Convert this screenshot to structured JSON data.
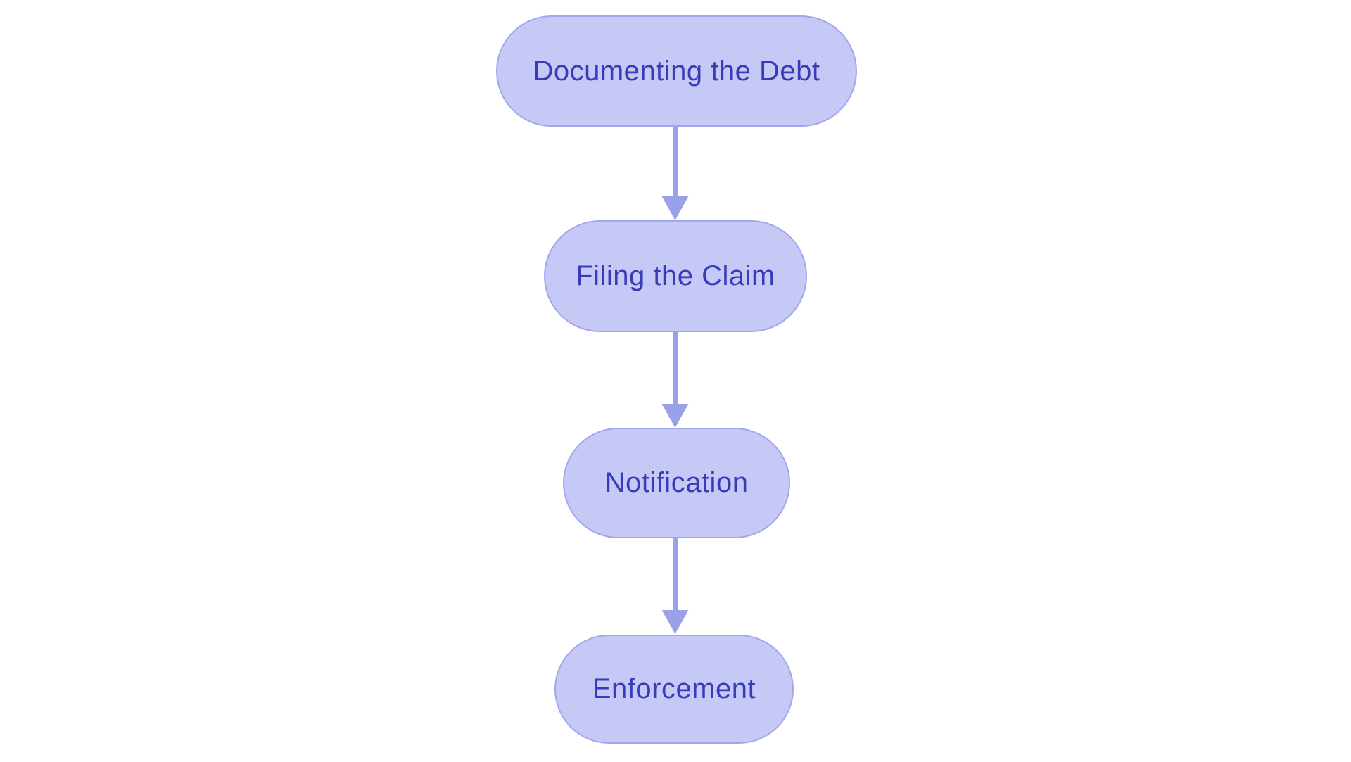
{
  "flowchart": {
    "type": "flowchart",
    "direction": "top-down",
    "nodes": [
      {
        "id": "documenting-the-debt",
        "label": "Documenting the Debt"
      },
      {
        "id": "filing-the-claim",
        "label": "Filing the Claim"
      },
      {
        "id": "notification",
        "label": "Notification"
      },
      {
        "id": "enforcement",
        "label": "Enforcement"
      }
    ],
    "edges": [
      {
        "from": "documenting-the-debt",
        "to": "filing-the-claim"
      },
      {
        "from": "filing-the-claim",
        "to": "notification"
      },
      {
        "from": "notification",
        "to": "enforcement"
      }
    ]
  },
  "colors": {
    "background": "#FFFFFF",
    "node_fill": "#C6C9F5",
    "node_border": "#A2A7EA",
    "node_text": "#383CB8",
    "arrow": "#99A1E8"
  }
}
